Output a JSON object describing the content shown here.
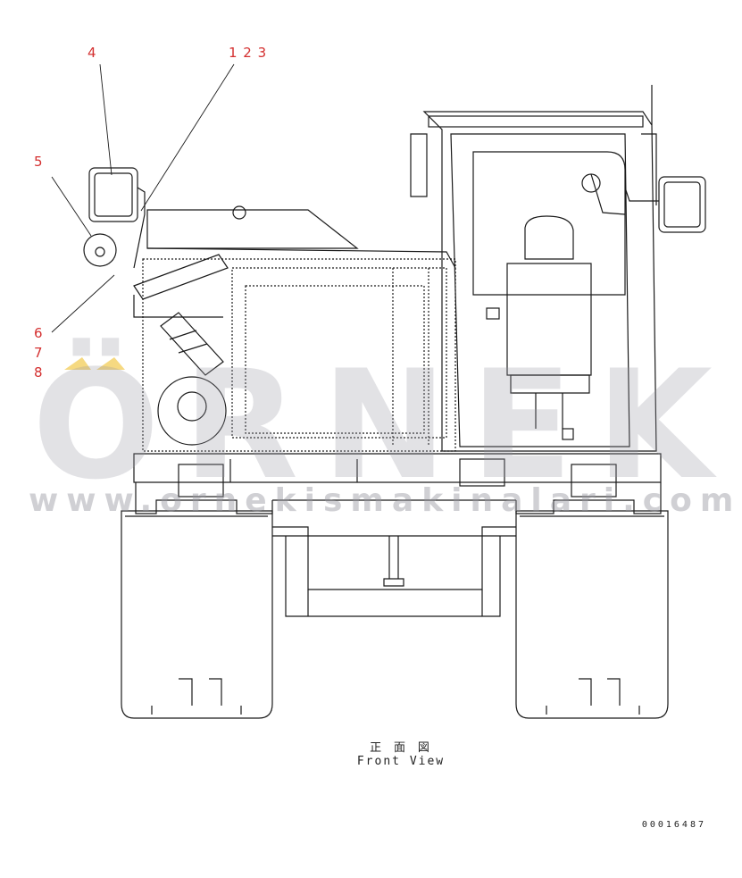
{
  "callouts": {
    "c4": "4",
    "c123": "1 2 3",
    "c5": "5",
    "c6": "6",
    "c7": "7",
    "c8": "8"
  },
  "caption": {
    "japanese": "正 面 図",
    "english": "Front View"
  },
  "drawing_number": "00016487",
  "watermark": {
    "brand": "ÖRNEK",
    "url": "www.ornekismakinalari.com.tr"
  },
  "colors": {
    "line": "#1a1a1a",
    "callout": "#d43030",
    "watermark": "#9696a0",
    "watermark_accent": "#f2c94c"
  }
}
